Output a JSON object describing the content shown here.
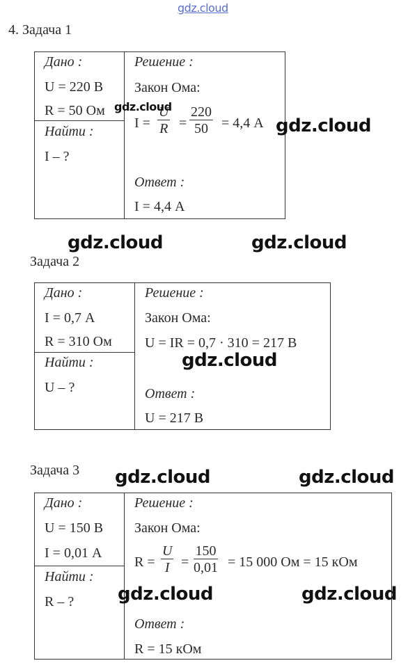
{
  "watermarks": {
    "top": "gdz.cloud",
    "text": "gdz.cloud"
  },
  "task1": {
    "heading": "4. Задача 1",
    "given_label": "Дано :",
    "given_1": "U = 220 В",
    "given_2": "R = 50 Ом",
    "find_label": "Найти :",
    "find_1": "I – ?",
    "solution_label": "Решение :",
    "law": "Закон Ома:",
    "f_lhs": "I =",
    "f_num1": "U",
    "f_den1": "R",
    "f_eq": "=",
    "f_num2": "220",
    "f_den2": "50",
    "f_result": "= 4,4 А",
    "answer_label": "Ответ :",
    "answer": "I = 4,4 А"
  },
  "task2": {
    "heading": "Задача 2",
    "given_label": "Дано :",
    "given_1": "I = 0,7 А",
    "given_2": "R = 310 Ом",
    "find_label": "Найти :",
    "find_1": "U – ?",
    "solution_label": "Решение :",
    "law": "Закон Ома:",
    "formula": "U = IR = 0,7 · 310 = 217 В",
    "answer_label": "Ответ :",
    "answer": "U = 217 В"
  },
  "task3": {
    "heading": "Задача 3",
    "given_label": "Дано :",
    "given_1": "U = 150 В",
    "given_2": "I = 0,01 А",
    "find_label": "Найти :",
    "find_1": "R – ?",
    "solution_label": "Решение :",
    "law": "Закон Ома:",
    "f_lhs": "R =",
    "f_num1": "U",
    "f_den1": "I",
    "f_eq": "=",
    "f_num2": "150",
    "f_den2": "0,01",
    "f_result": "= 15 000 Ом = 15 кОм",
    "answer_label": "Ответ :",
    "answer": "R = 15 кОм"
  }
}
